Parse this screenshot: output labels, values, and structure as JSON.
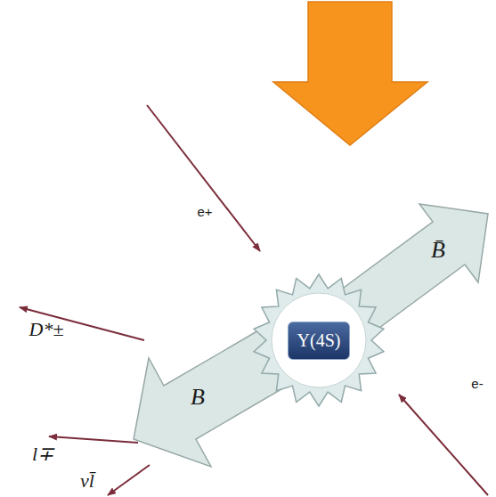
{
  "diagram": {
    "nodes": [
      {
        "text": [
          "B̄"
        ]
      },
      {
        "text": [
          "Υ(4S)"
        ]
      },
      {
        "text": [
          "B"
        ]
      }
    ],
    "labels": [
      "e+",
      "D*±",
      "e-",
      "l∓",
      "νl̄"
    ]
  }
}
